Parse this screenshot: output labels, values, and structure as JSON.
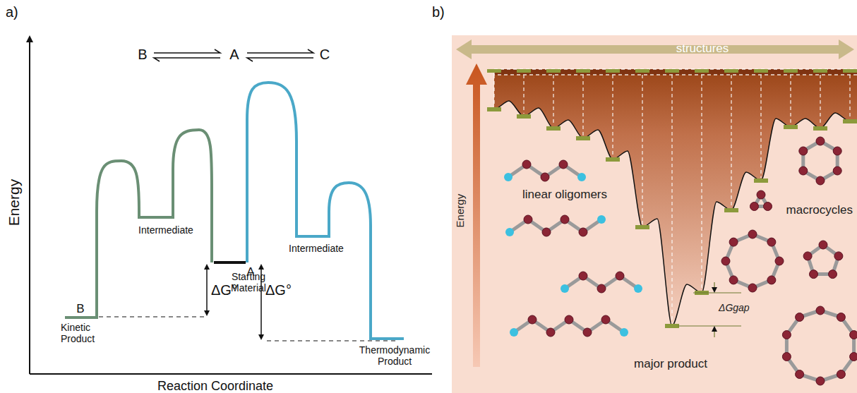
{
  "diagram": {
    "labels": [
      "a)",
      "b)",
      "B",
      "A",
      "C",
      "Energy",
      "Reaction Coordinate",
      "Intermediate",
      "A",
      "Starting Material",
      "B",
      "Kinetic Product",
      "ΔG°",
      "ΔG°",
      "Intermediate",
      "Thermodynamic Product",
      "structures",
      "Energy",
      "linear oligomers",
      "macrocycles",
      "ΔGgap",
      "major product"
    ]
  }
}
